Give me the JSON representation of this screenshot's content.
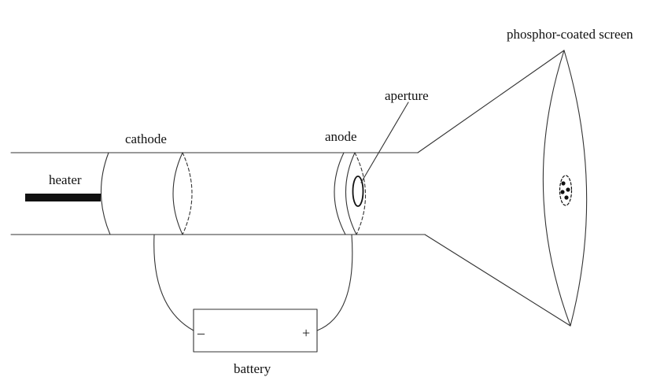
{
  "labels": {
    "screen": "phosphor-coated screen",
    "aperture": "aperture",
    "cathode": "cathode",
    "anode": "anode",
    "heater": "heater",
    "battery": "battery"
  },
  "battery_terminals": {
    "negative": "–",
    "positive": "+"
  }
}
